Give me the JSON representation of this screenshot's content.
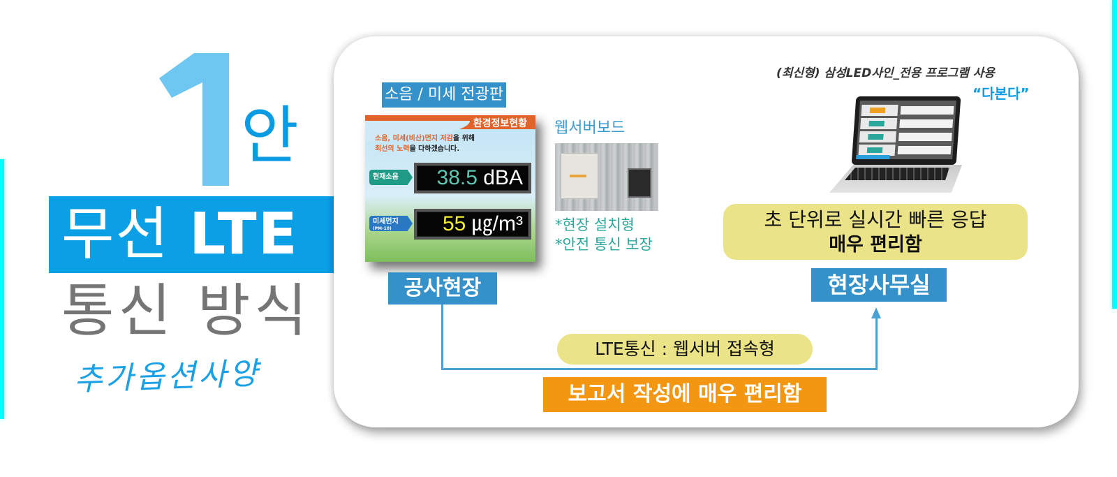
{
  "hero": {
    "number": "1",
    "suffix": "안",
    "line1_korean": "무선",
    "line1_latin": "LTE",
    "line2": "통신 방식",
    "tagline": "추가옵션사양"
  },
  "colors": {
    "accent_blue": "#0ba0e6",
    "light_blue": "#6ec7f1",
    "label_blue": "#3591c9",
    "highlight_yellow": "#ebe387",
    "orange": "#f39612",
    "cyan_edge": "#00ffff"
  },
  "site": {
    "board_label": "소음 / 미세 전광판",
    "board": {
      "header": "환경정보현황",
      "message_line1_hl1": "소음, 미세(비산)먼지 저감",
      "message_line1_rest": "을 위해",
      "message_line2_hl": "최선의 노력",
      "message_line2_rest": "을 다하겠습니다.",
      "noise_tag": "현재소음",
      "noise_value": "38.5",
      "noise_unit": "dBA",
      "dust_tag": "미세먼지",
      "dust_tag_sub": "(PM-10)",
      "dust_value": "55",
      "dust_unit": "㎍/m³"
    },
    "webserver_title": "웹서버보드",
    "webserver_notes": [
      "*현장 설치형",
      "*안전 통신 보장"
    ],
    "location_label": "공사현장"
  },
  "office": {
    "program_title": "(최신형) 삼성LED사인_전용 프로그램 사용",
    "program_name": "“다본다”",
    "response_line1": "초 단위로 실시간 빠른 응답",
    "response_line2": "매우 편리함",
    "location_label": "현장사무실"
  },
  "connection": {
    "method": "LTE통신 : 웹서버 접속형",
    "benefit": "보고서 작성에 매우 편리함"
  }
}
